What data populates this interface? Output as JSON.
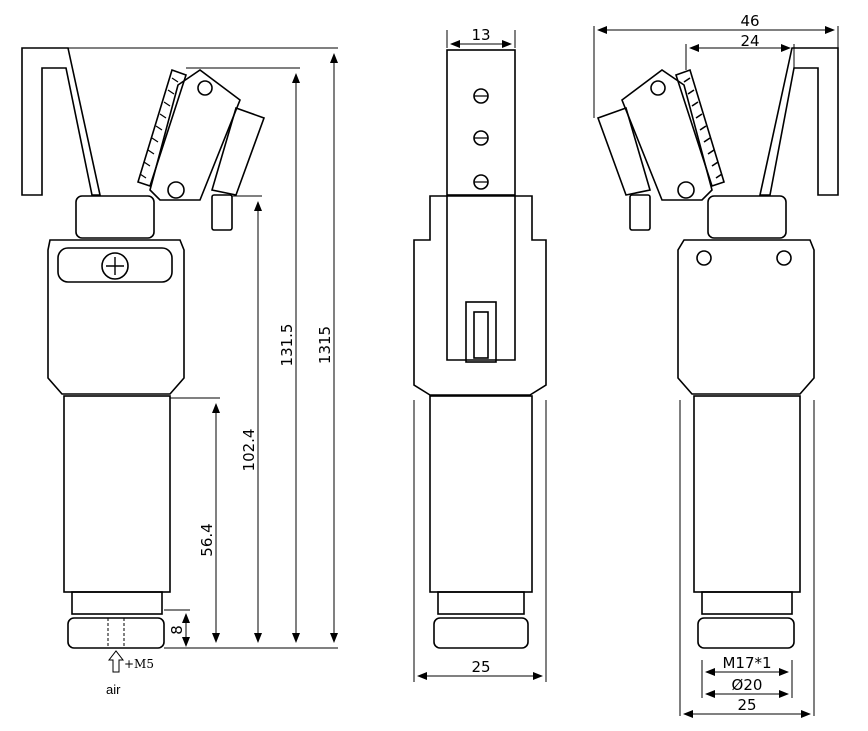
{
  "drawing": {
    "front_view": {
      "dimensions": {
        "total_height": "1315",
        "jaw_height": "131.5",
        "body_height": "102.4",
        "cylinder_height": "56.4",
        "base_height": "8"
      },
      "port_label": "+M5",
      "air_label": "air"
    },
    "side_view": {
      "dimensions": {
        "top_width": "13",
        "body_width": "25"
      }
    },
    "back_view": {
      "dimensions": {
        "overall_width": "46",
        "jaw_width": "24",
        "thread": "M17*1",
        "diameter": "Ø20",
        "body_width": "25"
      }
    }
  }
}
